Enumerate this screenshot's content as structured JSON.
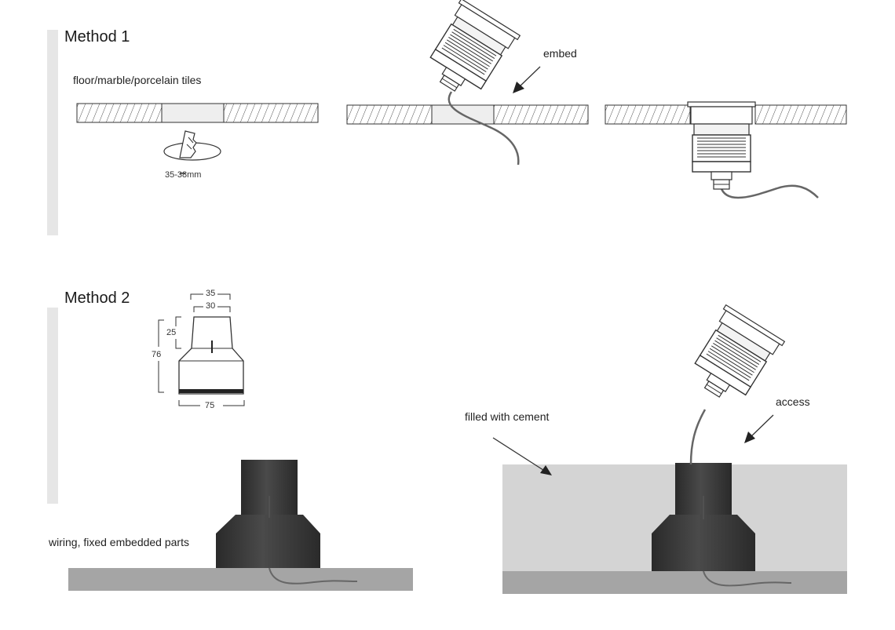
{
  "method1": {
    "title": "Method 1",
    "surface_label": "floor/marble/porcelain tiles",
    "hole_size_label": "35-38mm",
    "embed_label": "embed"
  },
  "method2": {
    "title": "Method 2",
    "dimensions": {
      "top_outer": "35",
      "top_inner": "30",
      "upper_height": "25",
      "total_height": "76",
      "base_width": "75"
    },
    "wiring_label": "wiring, fixed embedded parts",
    "cement_label": "filled with cement",
    "access_label": "access"
  },
  "colors": {
    "sidebar": "#e6e6e6",
    "tile_fill": "#eeeeee",
    "cement": "#d4d4d4",
    "ground": "#a5a5a5",
    "fixture_dark": "#333333"
  }
}
